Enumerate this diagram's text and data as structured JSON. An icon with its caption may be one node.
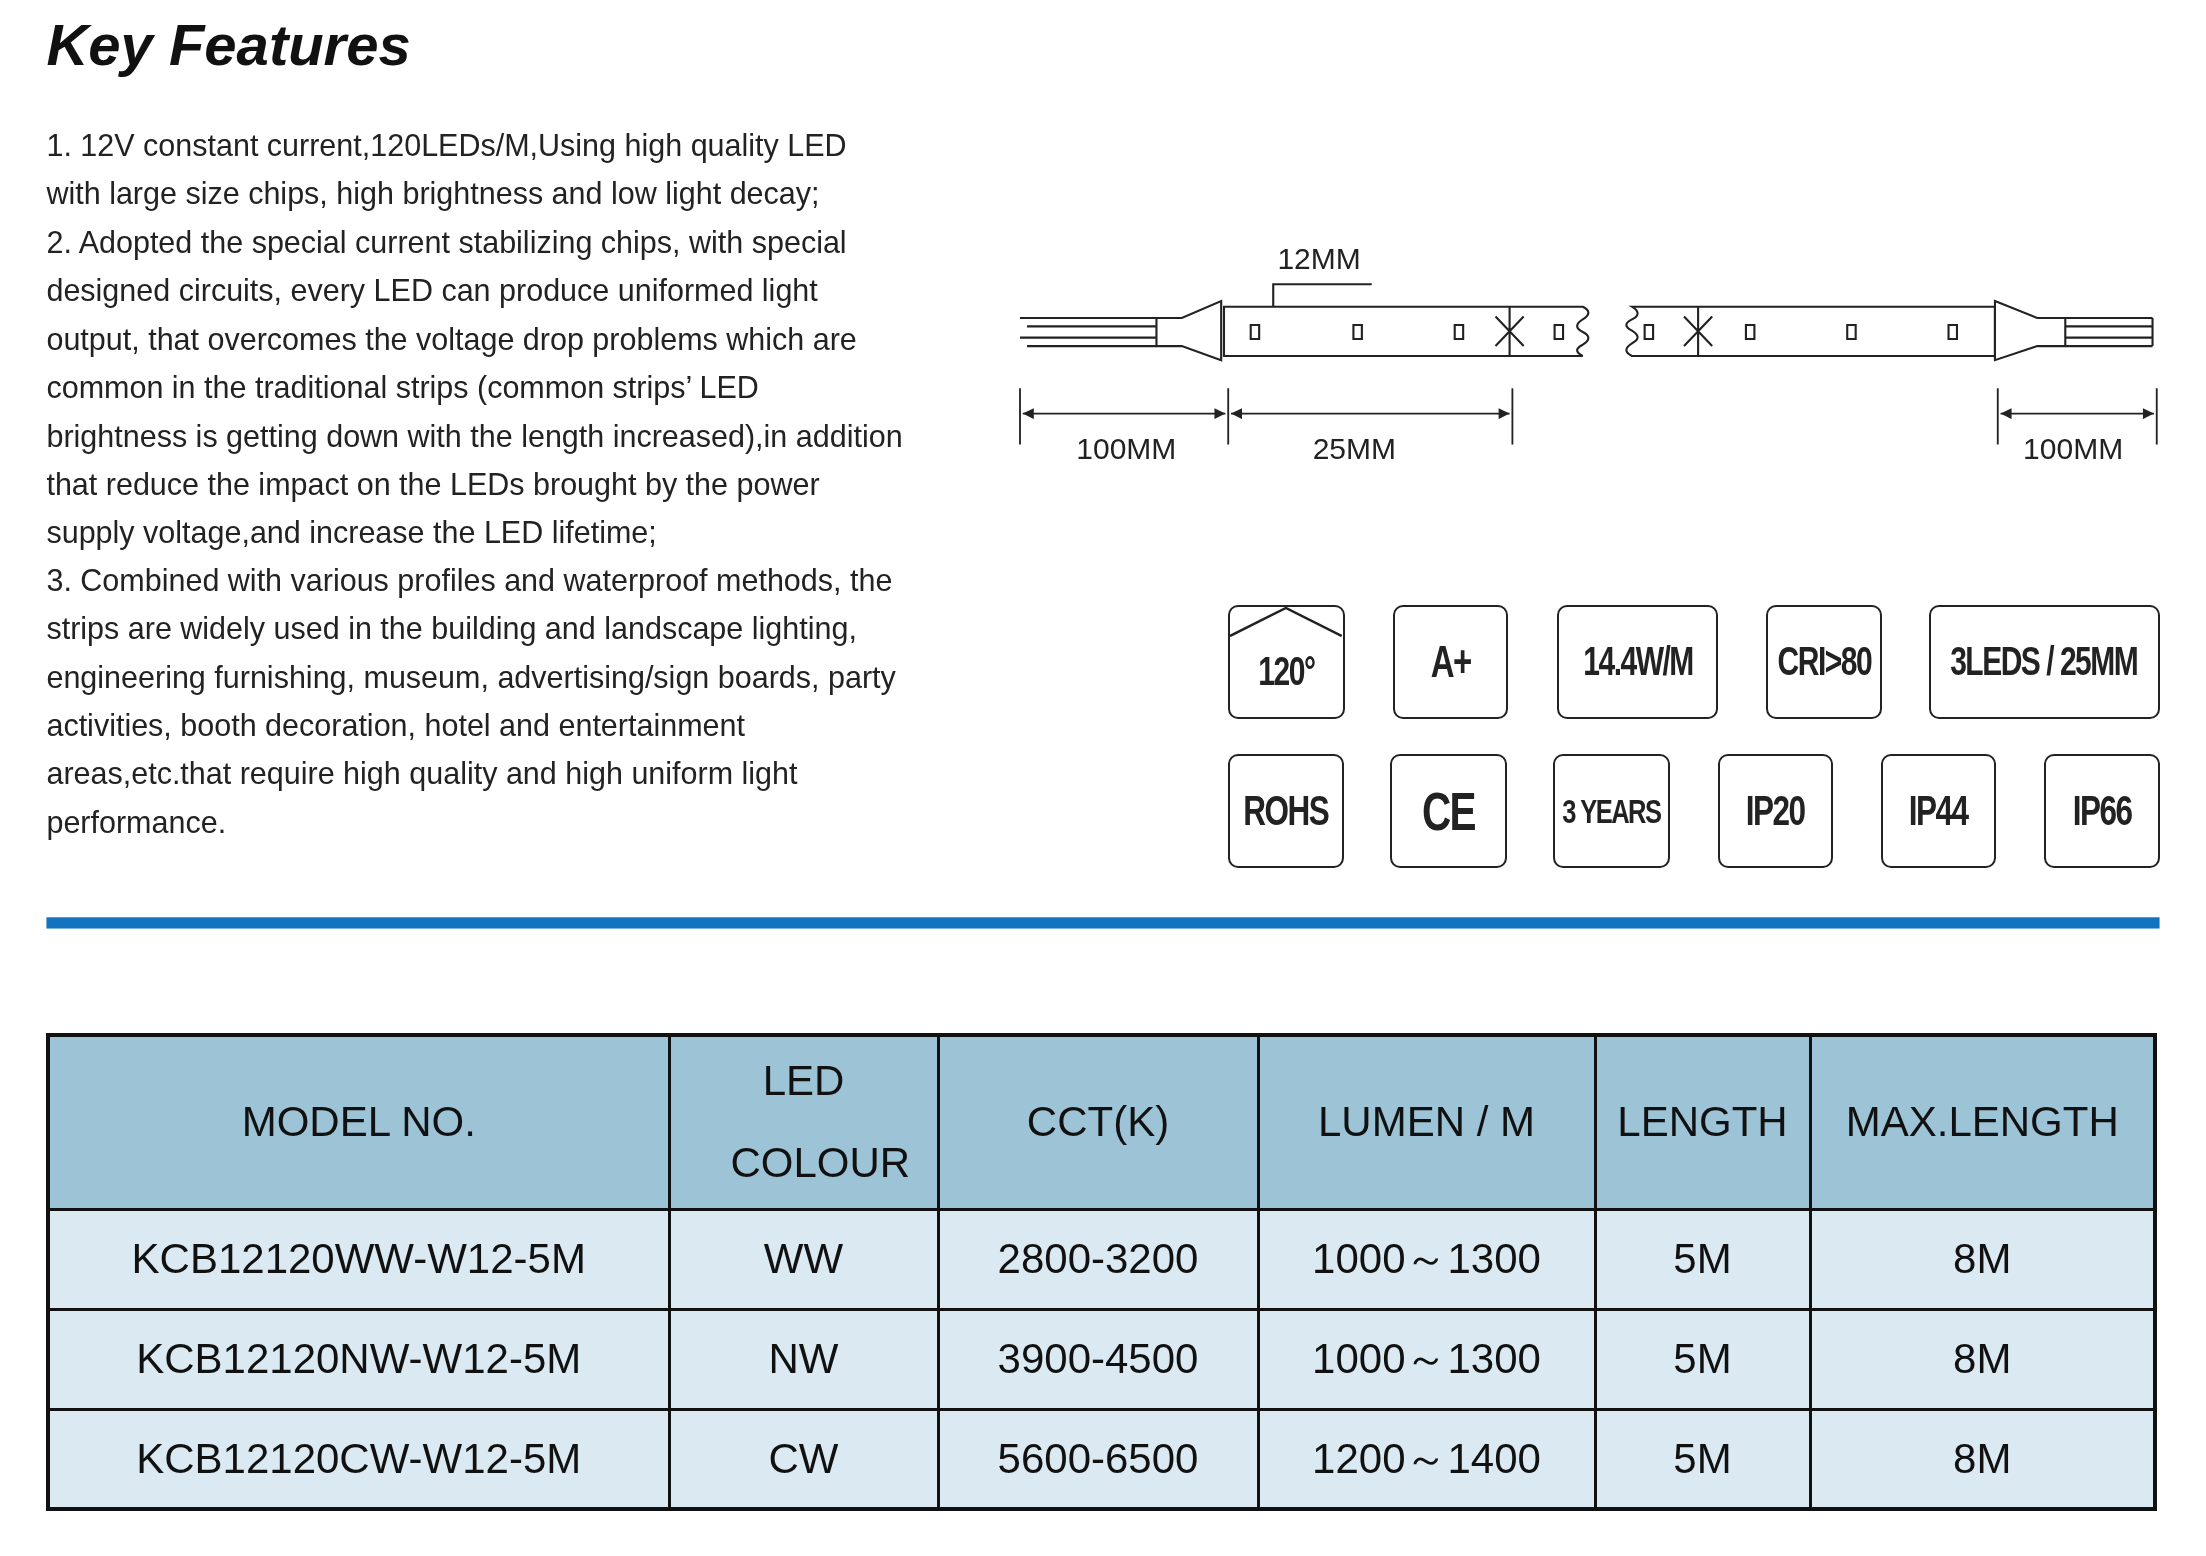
{
  "diagram": {
    "title": "Key Features",
    "nodes": [
      {
        "text": [
          "120°"
        ]
      },
      {
        "text": [
          "A+"
        ]
      },
      {
        "text": [
          "14.4W/M"
        ]
      },
      {
        "text": [
          "CRI>80"
        ]
      },
      {
        "text": [
          "3LEDS / 25MM"
        ]
      },
      {
        "text": [
          "ROHS"
        ]
      },
      {
        "text": [
          "CE"
        ]
      },
      {
        "text": [
          "3 YEARS"
        ]
      },
      {
        "text": [
          "IP20"
        ]
      },
      {
        "text": [
          "IP44"
        ]
      },
      {
        "text": [
          "IP66"
        ]
      }
    ],
    "labels": [
      "1. 12V constant current,120LEDs/M,Using high quality LED with large size chips, high brightness and low light decay;",
      "2. Adopted the special current stabilizing chips, with special designed circuits, every LED can produce uniformed light output, that overcomes the voltage drop problems which are common in the traditional strips (common strips’ LED brightness is getting down with the length increased),in addition that reduce the impact on the LEDs brought by the power supply voltage,and increase the LED lifetime;",
      "3. Combined with various profiles and waterproof methods, the strips are widely used in the building and landscape lighting, engineering furnishing, museum, advertising/sign boards, party activities, booth decoration, hotel and entertainment areas,etc.that require high quality and high uniform light performance.",
      "12MM",
      "100MM",
      "25MM",
      "100MM",
      "MODEL NO.",
      "LED COLOUR",
      "CCT(K)",
      "LUMEN / M",
      "LENGTH",
      "MAX.LENGTH",
      "KCB12120WW-W12-5M",
      "WW",
      "2800-3200",
      "1000～1300",
      "5M",
      "8M",
      "KCB12120NW-W12-5M",
      "NW",
      "3900-4500",
      "1000～1300",
      "5M",
      "8M",
      "KCB12120CW-W12-5M",
      "CW",
      "5600-6500",
      "1200～1400",
      "5M",
      "8M"
    ]
  }
}
